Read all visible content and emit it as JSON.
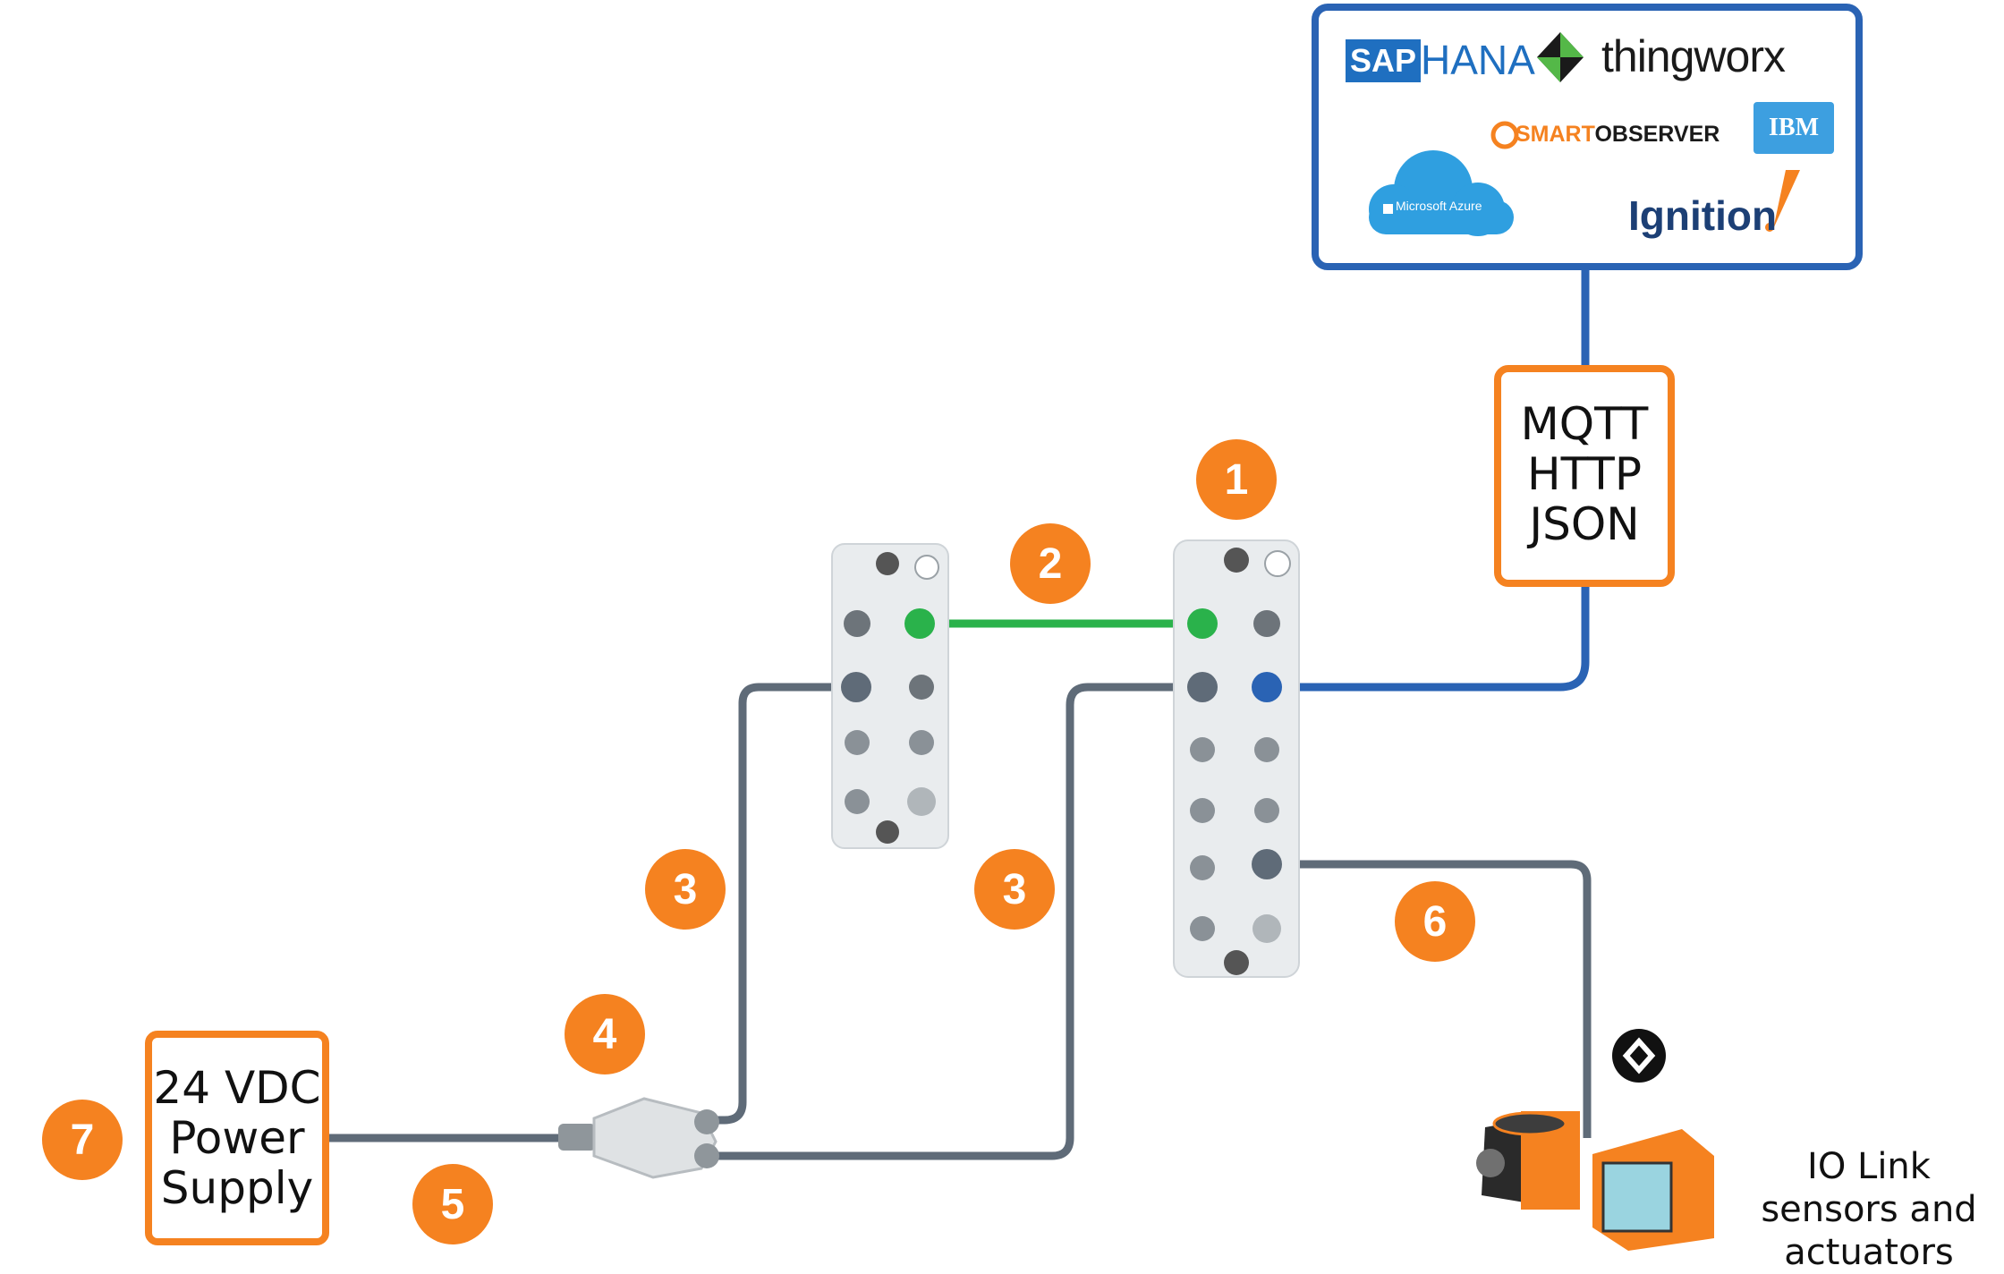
{
  "diagram": {
    "callouts": [
      "1",
      "2",
      "3",
      "3",
      "4",
      "5",
      "6",
      "7"
    ],
    "protocol_box": {
      "lines": [
        "MQTT",
        "HTTP",
        "JSON"
      ]
    },
    "power_supply_box": {
      "lines": [
        "24 VDC",
        "Power",
        "Supply"
      ]
    },
    "io_label": "IO Link sensors and actuators",
    "cloud_platforms": {
      "sap": "SAP",
      "hana": "HANA",
      "thingworx": "thingworx",
      "smartobserver_a": "SMART",
      "smartobserver_b": "OBSERVER",
      "ibm": "IBM",
      "azure": "Microsoft Azure",
      "ignition": "Ignition"
    },
    "colors": {
      "callout": "#f58220",
      "box_border": "#f58220",
      "cloud_border": "#2a63b4",
      "ethernet_link": "#2ab24b",
      "mqtt_link": "#2a63b4",
      "power_cable": "#5f6b78",
      "module_body": "#e9ecee"
    }
  }
}
